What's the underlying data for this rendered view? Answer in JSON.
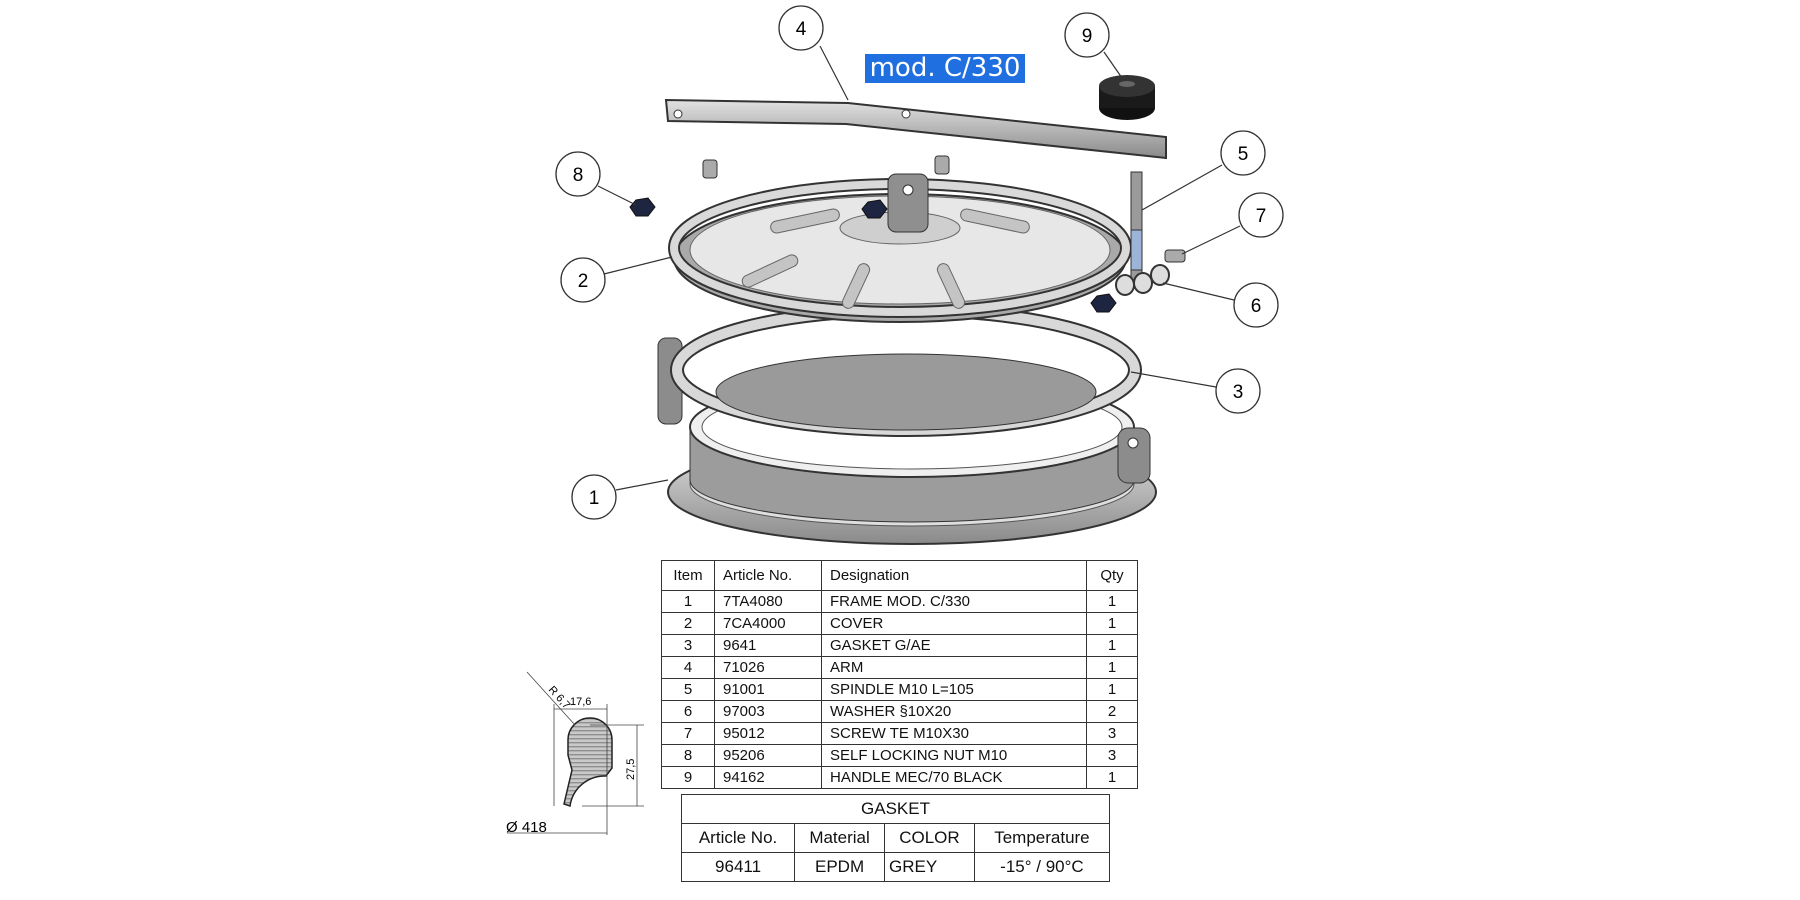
{
  "title": "mod. C/330",
  "balloons": [
    "1",
    "2",
    "3",
    "4",
    "5",
    "6",
    "7",
    "8",
    "9"
  ],
  "bom": {
    "headers": [
      "Item",
      "Article No.",
      "Designation",
      "Qty"
    ],
    "rows": [
      [
        "1",
        "7TA4080",
        "FRAME MOD. C/330",
        "1"
      ],
      [
        "2",
        "7CA4000",
        "COVER",
        "1"
      ],
      [
        "3",
        "9641",
        "GASKET G/AE",
        "1"
      ],
      [
        "4",
        "71026",
        "ARM",
        "1"
      ],
      [
        "5",
        "91001",
        "SPINDLE M10 L=105",
        "1"
      ],
      [
        "6",
        "97003",
        "WASHER §10X20",
        "2"
      ],
      [
        "7",
        "95012",
        "SCREW TE M10X30",
        "3"
      ],
      [
        "8",
        "95206",
        "SELF LOCKING NUT M10",
        "3"
      ],
      [
        "9",
        "94162",
        "HANDLE MEC/70 BLACK",
        "1"
      ]
    ]
  },
  "gasket": {
    "title": "GASKET",
    "headers": [
      "Article No.",
      "Material",
      "COLOR",
      "Temperature"
    ],
    "values": [
      "96411",
      "EPDM",
      "GREY",
      "-15° / 90°C"
    ]
  },
  "section": {
    "radius": "R 6,7",
    "width": "17,6",
    "height": "27,5",
    "diameter": "Ø 418"
  },
  "colors": {
    "title_bg": "#1f6fe0",
    "metal": "#b9b9b9",
    "metal_dark": "#7d7d7d"
  }
}
